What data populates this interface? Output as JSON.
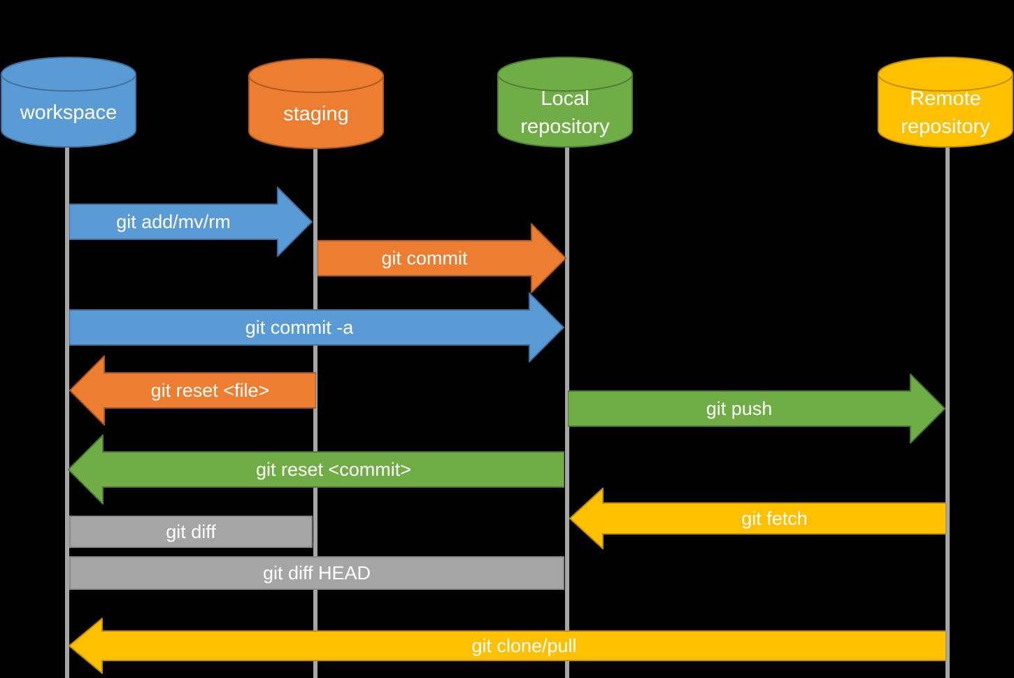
{
  "palette": {
    "background": "#000000",
    "text": "#FFFFFF",
    "lifeline": "#A6A6A6",
    "blue": "#5B9BD5",
    "blue_border": "#41719C",
    "orange": "#ED7D31",
    "orange_border": "#AE5A21",
    "green": "#70AD47",
    "green_border": "#507E32",
    "yellow": "#FFC000",
    "yellow_border": "#BF9000",
    "gray": "#A5A5A5",
    "gray_border": "#8A8A8A"
  },
  "nodes": [
    {
      "id": "workspace",
      "label": "workspace",
      "color": "#5B9BD5"
    },
    {
      "id": "staging",
      "label": "staging",
      "color": "#ED7D31"
    },
    {
      "id": "local-repository",
      "label": "Local repository",
      "color": "#70AD47"
    },
    {
      "id": "remote-repository",
      "label": "Remote repository",
      "color": "#FFC000"
    }
  ],
  "arrows": [
    {
      "label": "git add/mv/rm",
      "from": "workspace",
      "to": "staging",
      "color": "blue",
      "direction": "right"
    },
    {
      "label": "git commit",
      "from": "staging",
      "to": "local-repository",
      "color": "orange",
      "direction": "right"
    },
    {
      "label": "git commit -a",
      "from": "workspace",
      "to": "local-repository",
      "color": "blue",
      "direction": "right"
    },
    {
      "label": "git reset <file>",
      "from": "staging",
      "to": "workspace",
      "color": "orange",
      "direction": "left"
    },
    {
      "label": "git push",
      "from": "local-repository",
      "to": "remote-repository",
      "color": "green",
      "direction": "right"
    },
    {
      "label": "git reset <commit>",
      "from": "local-repository",
      "to": "workspace",
      "color": "green",
      "direction": "left"
    },
    {
      "label": "git fetch",
      "from": "remote-repository",
      "to": "local-repository",
      "color": "yellow",
      "direction": "left"
    },
    {
      "label": "git diff",
      "from": "workspace",
      "to": "staging",
      "color": "gray",
      "direction": "none"
    },
    {
      "label": "git diff HEAD",
      "from": "workspace",
      "to": "local-repository",
      "color": "gray",
      "direction": "none"
    },
    {
      "label": "git clone/pull",
      "from": "remote-repository",
      "to": "workspace",
      "color": "yellow",
      "direction": "left"
    }
  ]
}
